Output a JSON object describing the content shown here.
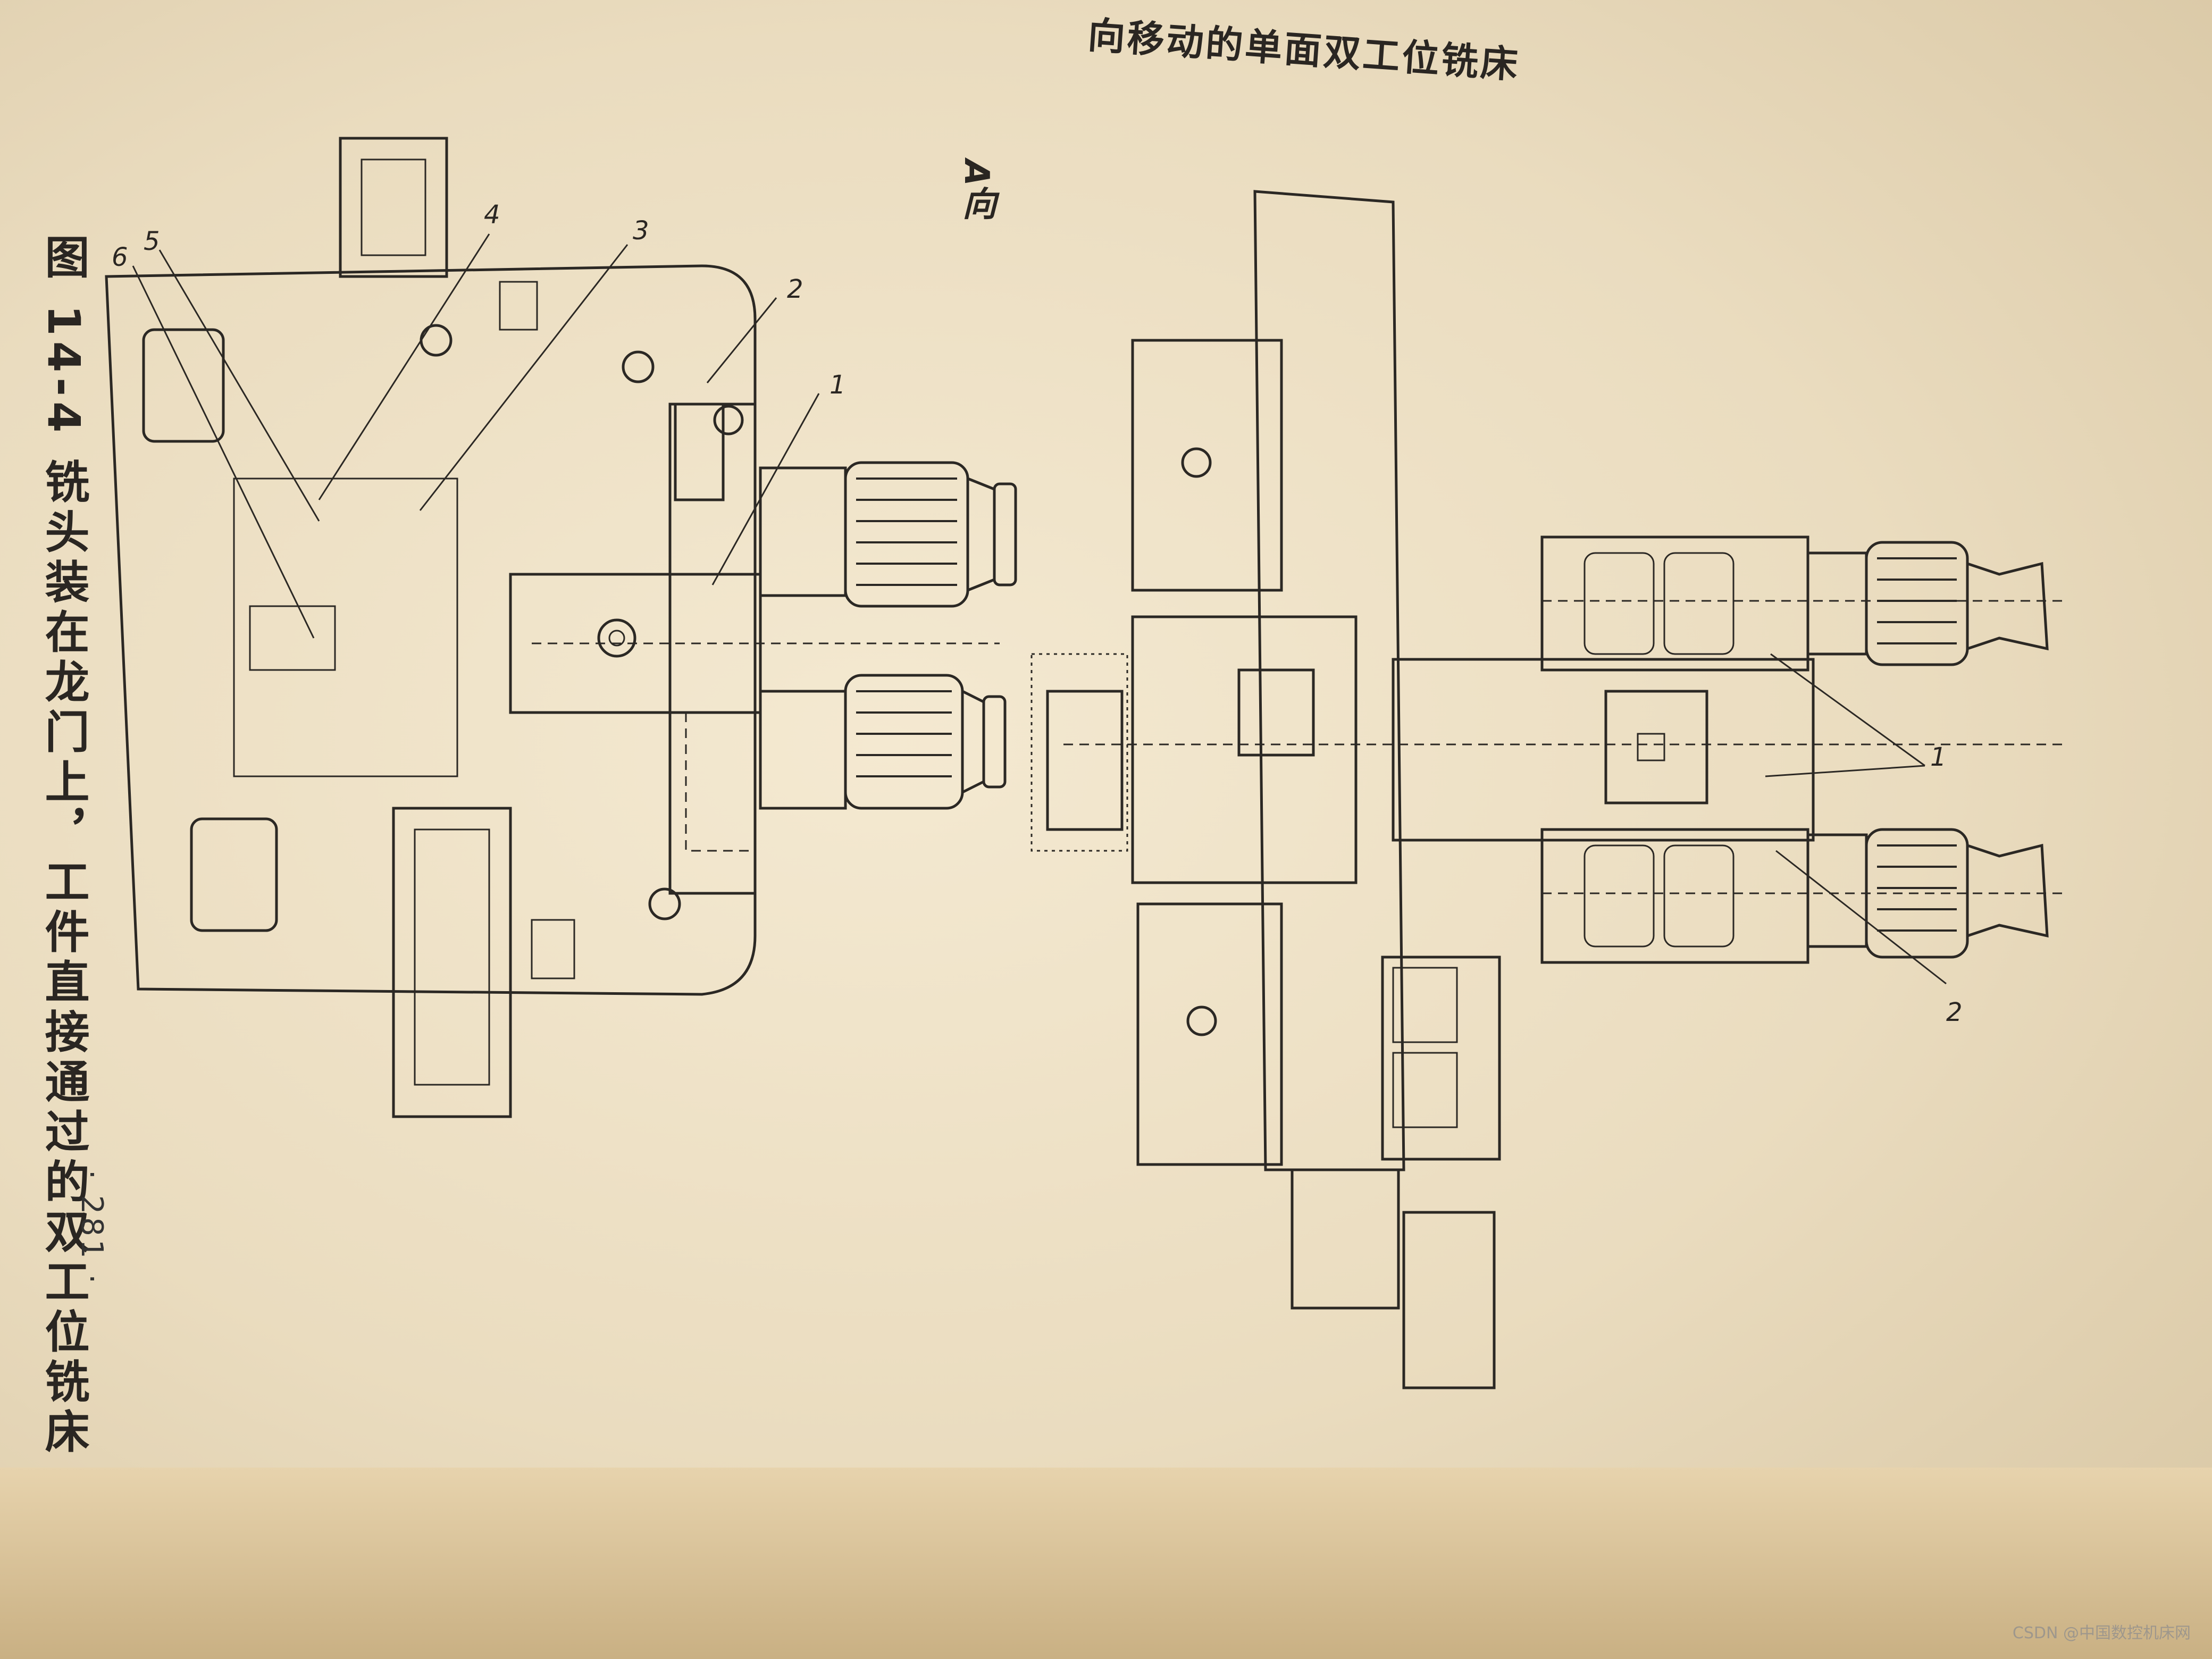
{
  "header": {
    "running_head": "向移动的单面双工位铣床"
  },
  "figure": {
    "caption": "图 14-4  铣头装在龙门上，工件直接通过的双工位铣床",
    "view_label": "A向",
    "left_view_callouts": [
      "1",
      "2",
      "3",
      "4",
      "5",
      "6"
    ],
    "right_view_callouts": [
      "1",
      "2"
    ]
  },
  "footer": {
    "page_number": "· 281 ·",
    "watermark": "CSDN @中国数控机床网"
  }
}
